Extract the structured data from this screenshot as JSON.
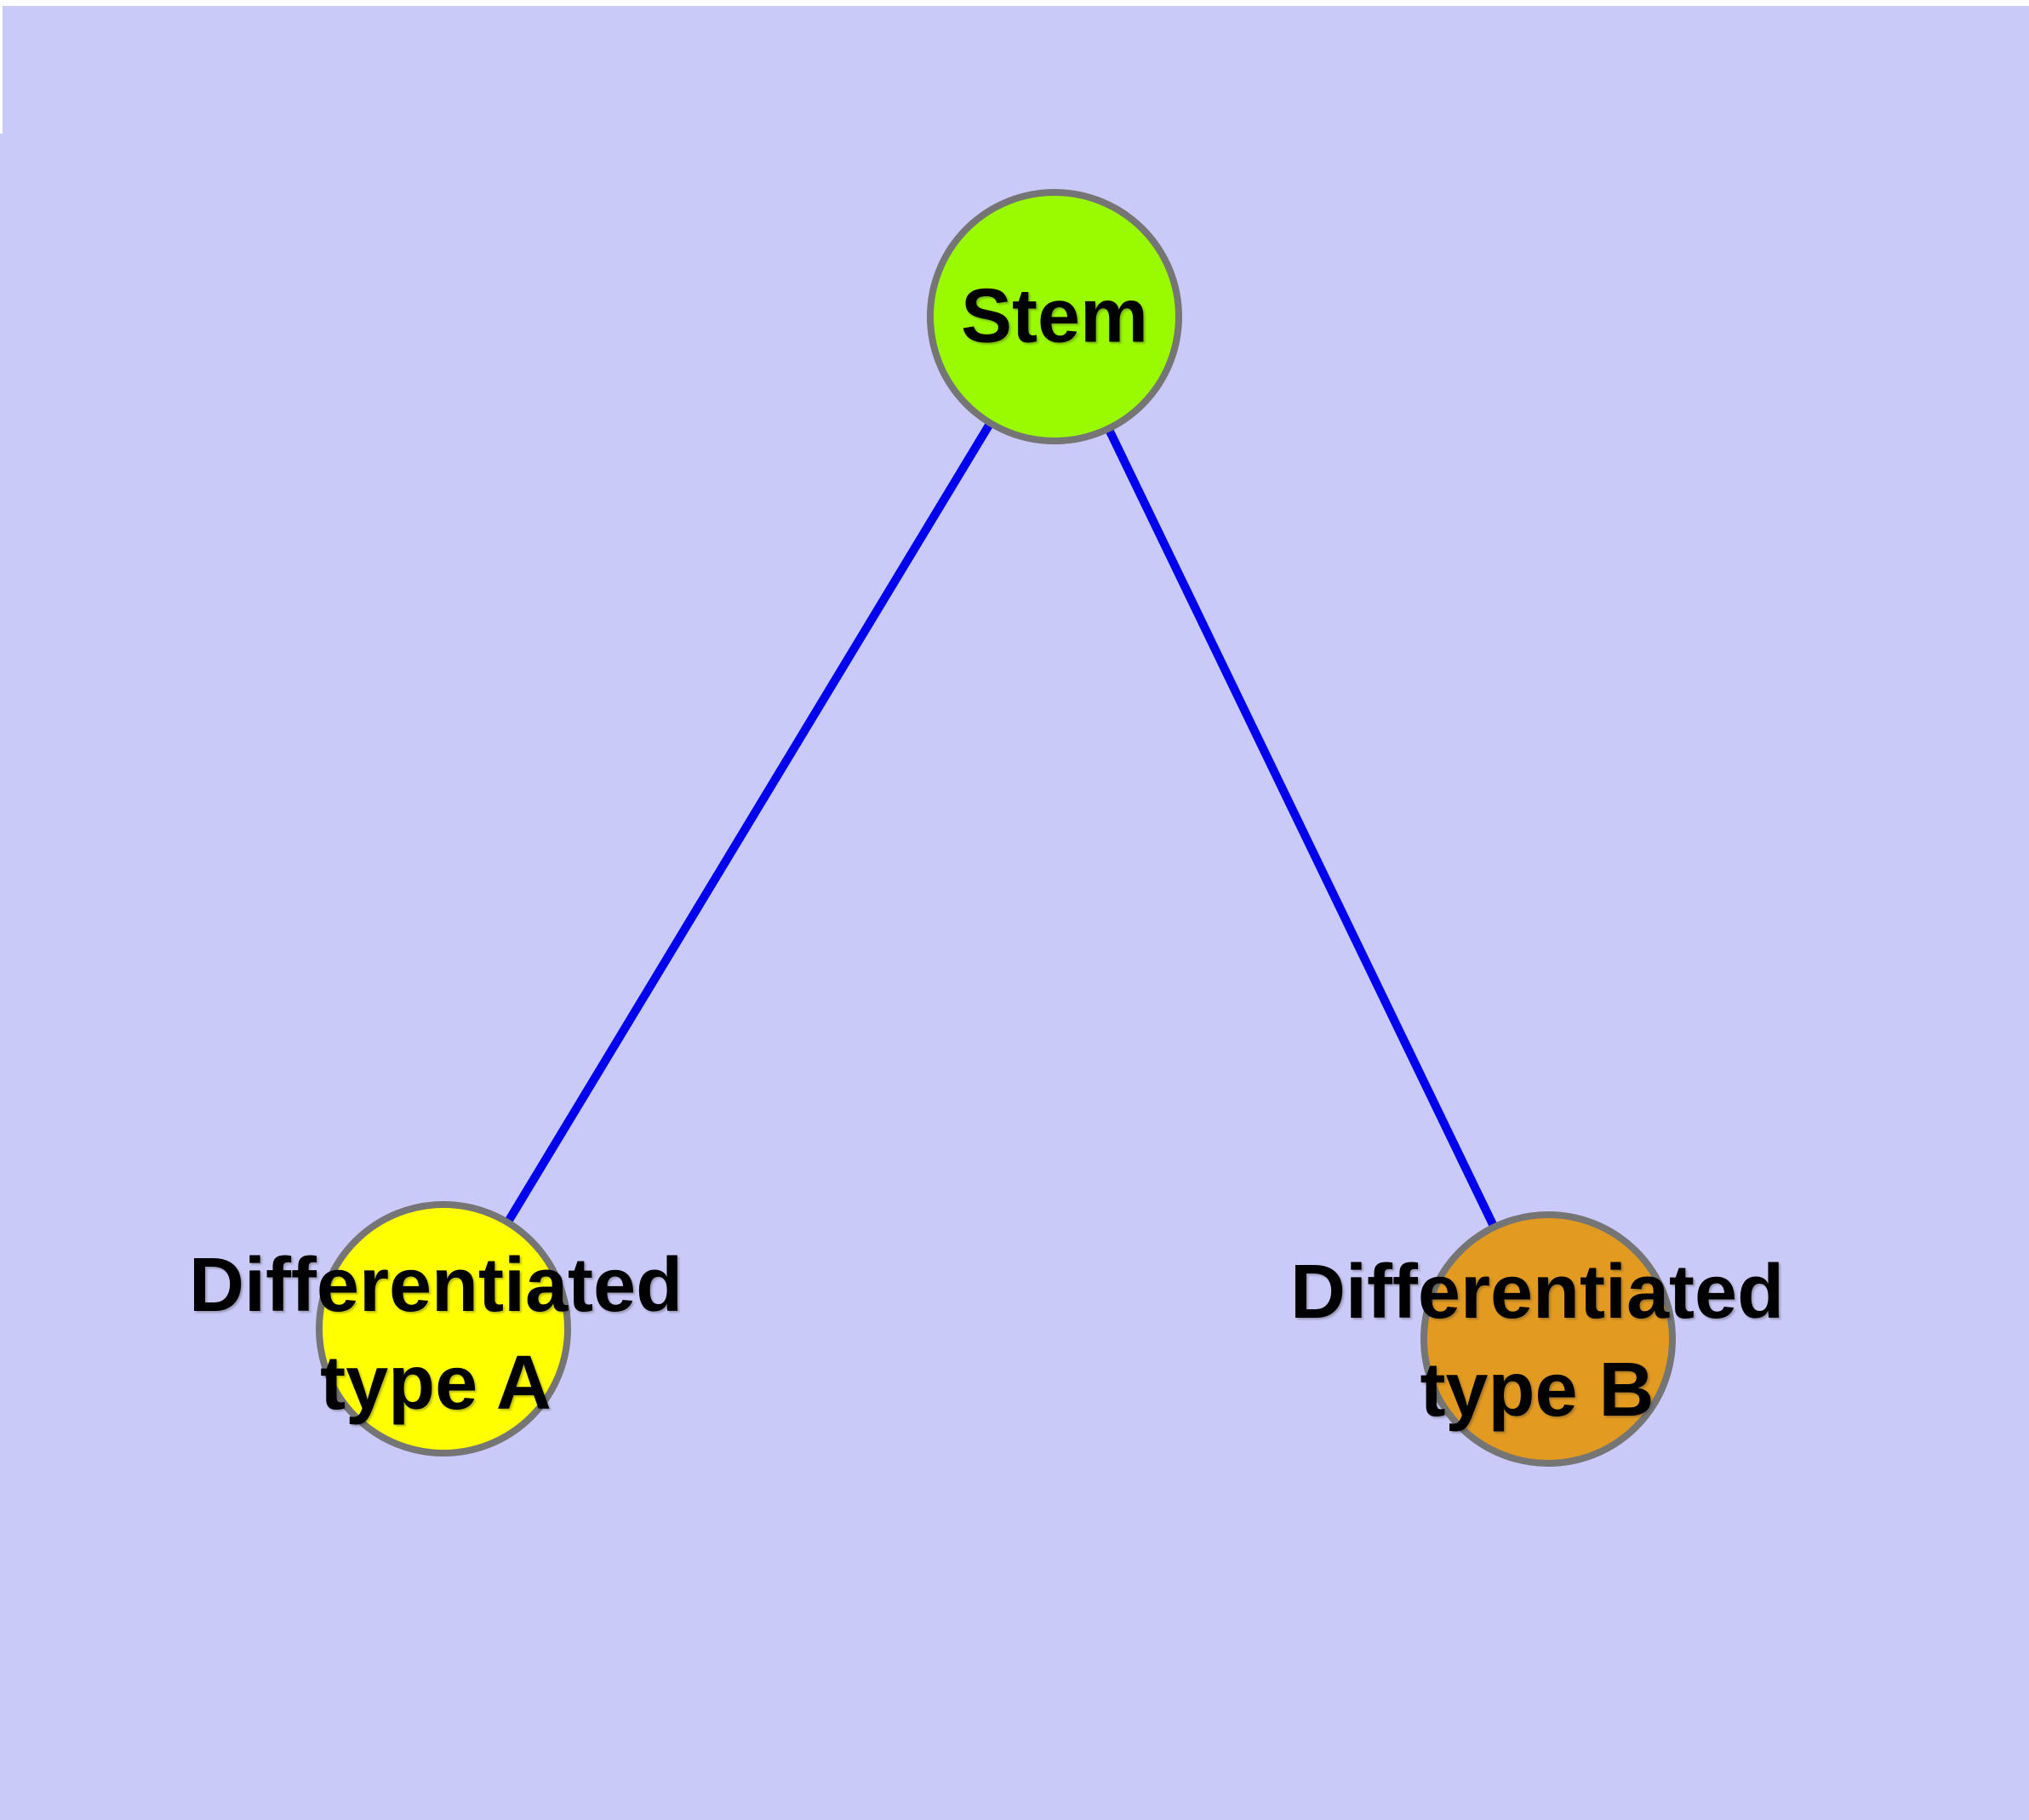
{
  "colors": {
    "background": "#cacaf8",
    "edge": "#0000ee",
    "node_border": "#757575",
    "label_text": "#000000"
  },
  "nodes": {
    "stem": {
      "label": "Stem",
      "fill": "#9afa00"
    },
    "diff_a": {
      "line1": "Differentiated",
      "line2": "type A",
      "fill": "#ffff00"
    },
    "diff_b": {
      "line1": "Differentiated",
      "line2": "type B",
      "fill": "#e29a20"
    }
  },
  "edges": [
    {
      "from": "Stem",
      "to": "Differentiated type A"
    },
    {
      "from": "Stem",
      "to": "Differentiated type B"
    }
  ]
}
